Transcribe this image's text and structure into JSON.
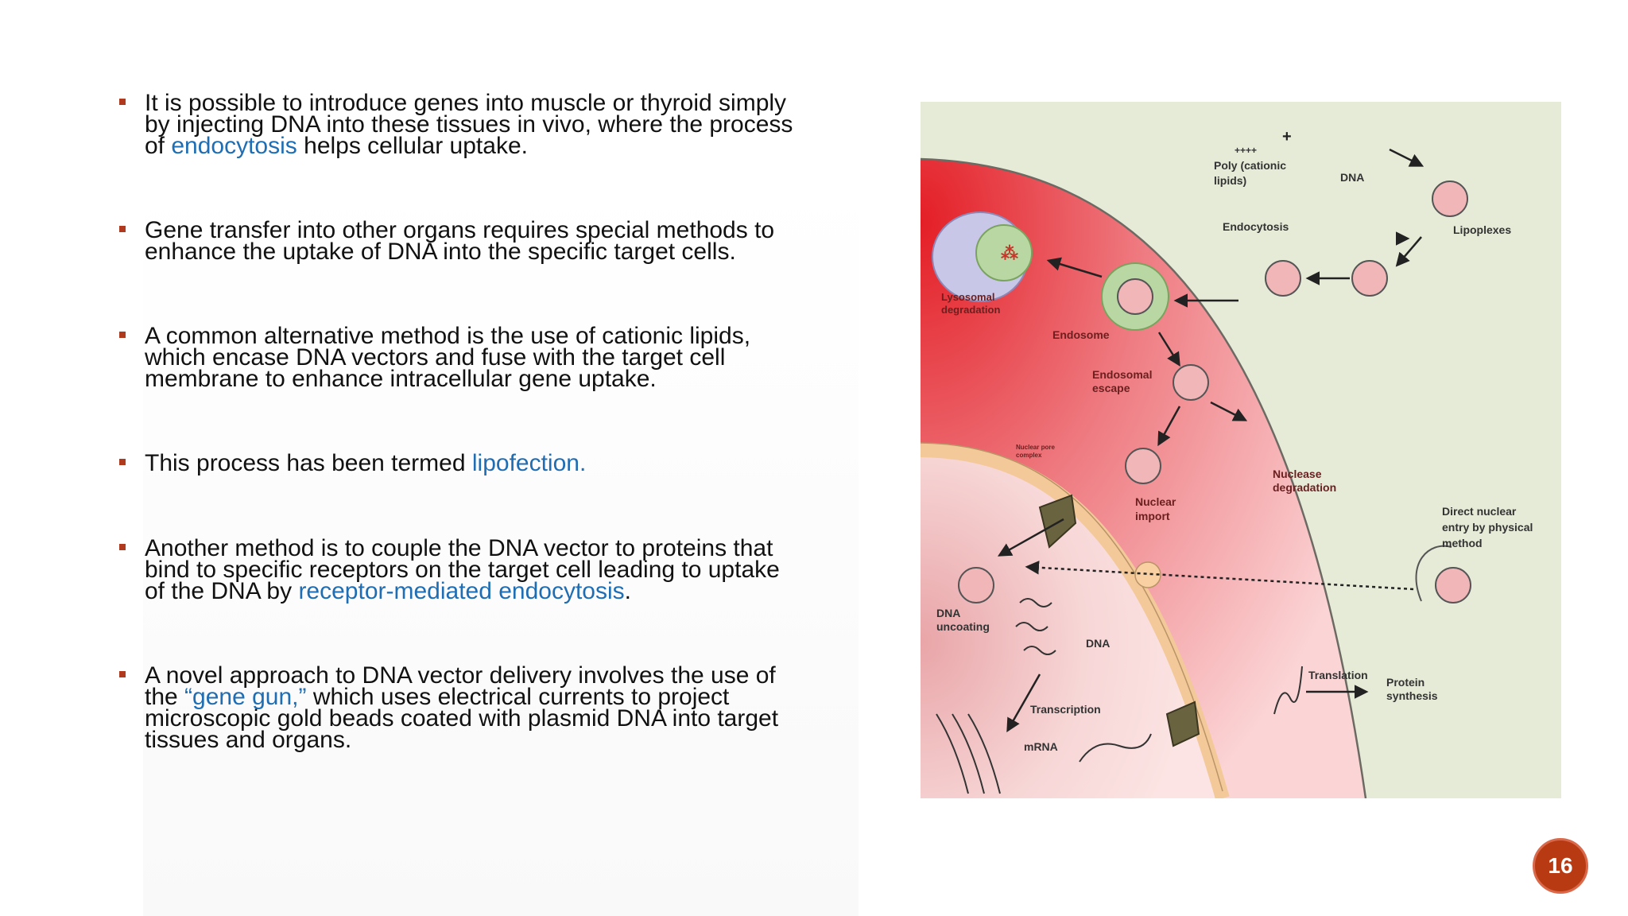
{
  "bullets": [
    {
      "lines": [
        "It is possible to introduce genes into muscle or thyroid simply",
        "by injecting DNA into these tissues in vivo, where the process"
      ],
      "pre": "of ",
      "link": "endocytosis",
      "post": " helps cellular uptake."
    },
    {
      "lines": [
        "Gene transfer into other organs requires special methods to",
        "enhance the uptake of DNA into the specific target cells."
      ]
    },
    {
      "lines": [
        "A common alternative method is the use of cationic lipids,",
        "which encase DNA vectors and fuse with the target cell",
        "membrane to enhance intracellular gene uptake."
      ]
    },
    {
      "pre": "This process has been termed ",
      "link": "lipofection."
    },
    {
      "lines": [
        "Another method is to couple the DNA vector to proteins that",
        "bind to specific receptors on the target cell leading to uptake"
      ],
      "pre": "of the DNA by ",
      "link": "receptor-mediated endocytosis",
      "post": "."
    },
    {
      "line1_pre": "A novel approach to DNA vector delivery involves the use of",
      "pre": "the ",
      "link": "“gene gun,”",
      "post": " which uses electrical currents to project",
      "lines_after": [
        "microscopic gold beads coated with plasmid DNA into target",
        "tissues and organs."
      ]
    }
  ],
  "figure": {
    "labels": {
      "poly": "Poly (cationic",
      "poly2": "lipids)",
      "plus": "++++",
      "plus_sign": "+",
      "dna_top": "DNA",
      "lipoplexes": "Lipoplexes",
      "endocytosis": "Endocytosis",
      "lysosomal": "Lysosomal",
      "lysosomal2": "degradation",
      "endosome": "Endosome",
      "endosomal": "Endosomal",
      "endosomal2": "escape",
      "nuclear_pore": "Nuclear pore",
      "nuclear_pore2": "complex",
      "nuclease": "Nuclease",
      "nuclease2": "degradation",
      "nuclear_import": "Nuclear",
      "nuclear_import2": "import",
      "direct": "Direct nuclear",
      "direct2": "entry by physical",
      "direct3": "method",
      "dna_uncoating": "DNA",
      "dna_uncoating2": "uncoating",
      "dna_mid": "DNA",
      "translation": "Translation",
      "protein": "Protein",
      "protein2": "synthesis",
      "transcription": "Transcription",
      "mrna": "mRNA"
    }
  },
  "page_number": "16"
}
